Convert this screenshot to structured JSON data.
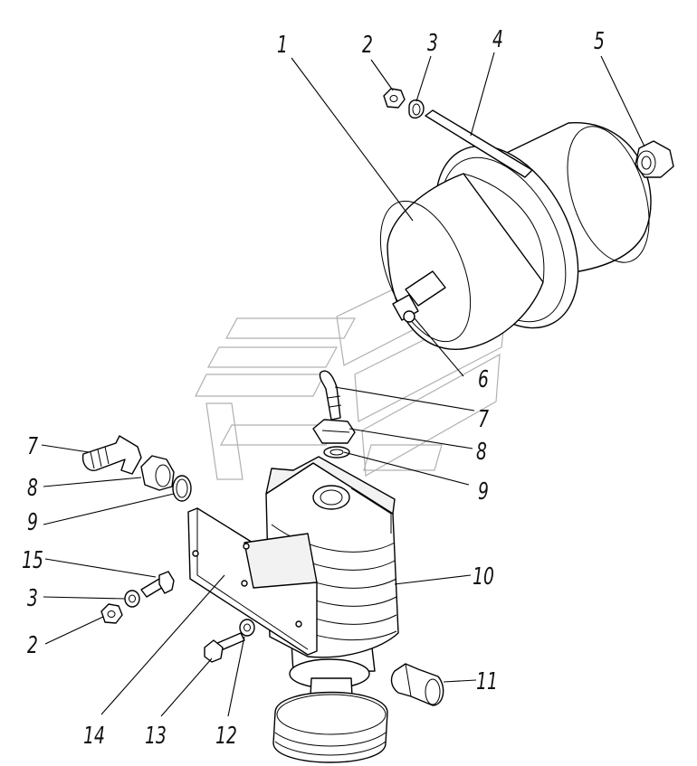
{
  "callouts": [
    {
      "id": "1",
      "label": "1"
    },
    {
      "id": "2-top",
      "label": "2"
    },
    {
      "id": "3-top",
      "label": "3"
    },
    {
      "id": "4",
      "label": "4"
    },
    {
      "id": "5",
      "label": "5"
    },
    {
      "id": "6",
      "label": "6"
    },
    {
      "id": "7-right",
      "label": "7"
    },
    {
      "id": "8-right",
      "label": "8"
    },
    {
      "id": "9-right",
      "label": "9"
    },
    {
      "id": "7-left",
      "label": "7"
    },
    {
      "id": "8-left",
      "label": "8"
    },
    {
      "id": "9-left",
      "label": "9"
    },
    {
      "id": "10",
      "label": "10"
    },
    {
      "id": "15",
      "label": "15"
    },
    {
      "id": "3-left",
      "label": "3"
    },
    {
      "id": "2-left",
      "label": "2"
    },
    {
      "id": "11",
      "label": "11"
    },
    {
      "id": "14",
      "label": "14"
    },
    {
      "id": "13",
      "label": "13"
    },
    {
      "id": "12",
      "label": "12"
    }
  ],
  "colors": {
    "line": "#000000",
    "watermark": "#b0b0b0",
    "background": "#ffffff"
  }
}
